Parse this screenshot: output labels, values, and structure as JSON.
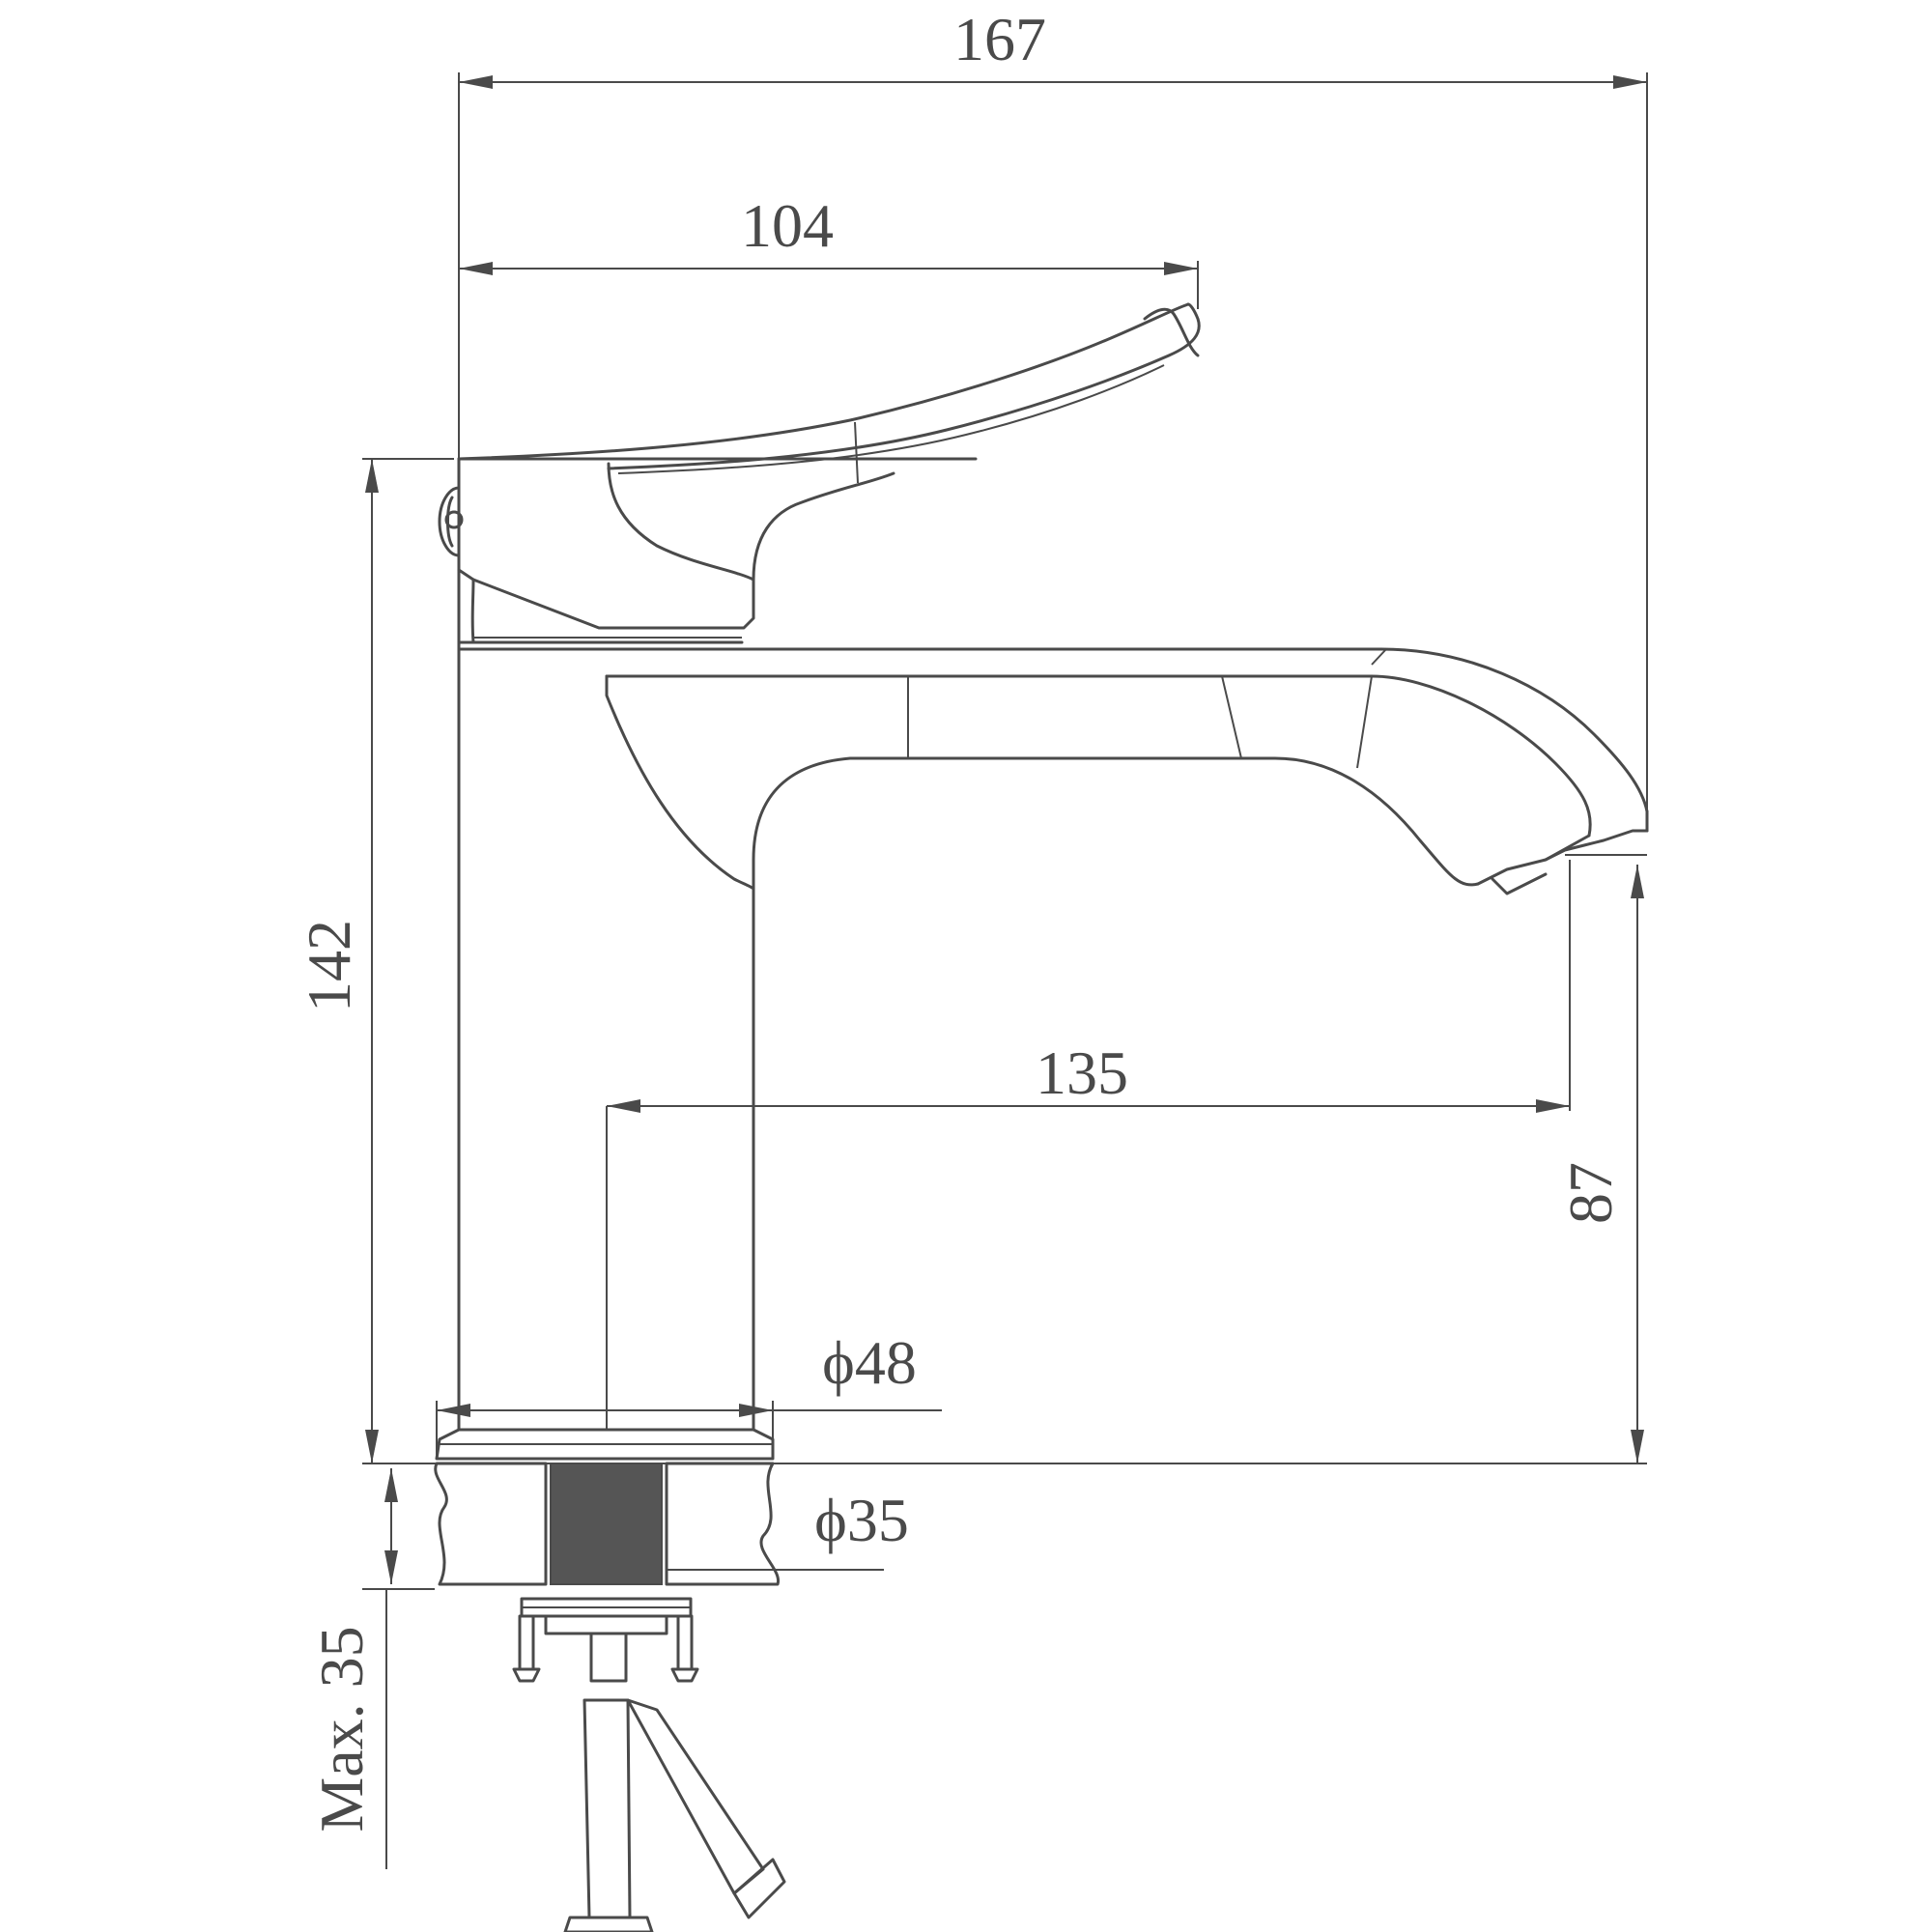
{
  "dimensions": {
    "overall_length": "167",
    "handle_reach": "104",
    "total_height": "142",
    "spout_reach": "135",
    "spout_height": "87",
    "base_diameter": "ϕ48",
    "hole_diameter": "ϕ35",
    "max_deck_thickness": "Max. 35"
  },
  "colors": {
    "line": "#4a4a4a",
    "fill_dark": "#555555",
    "background": "#ffffff"
  }
}
